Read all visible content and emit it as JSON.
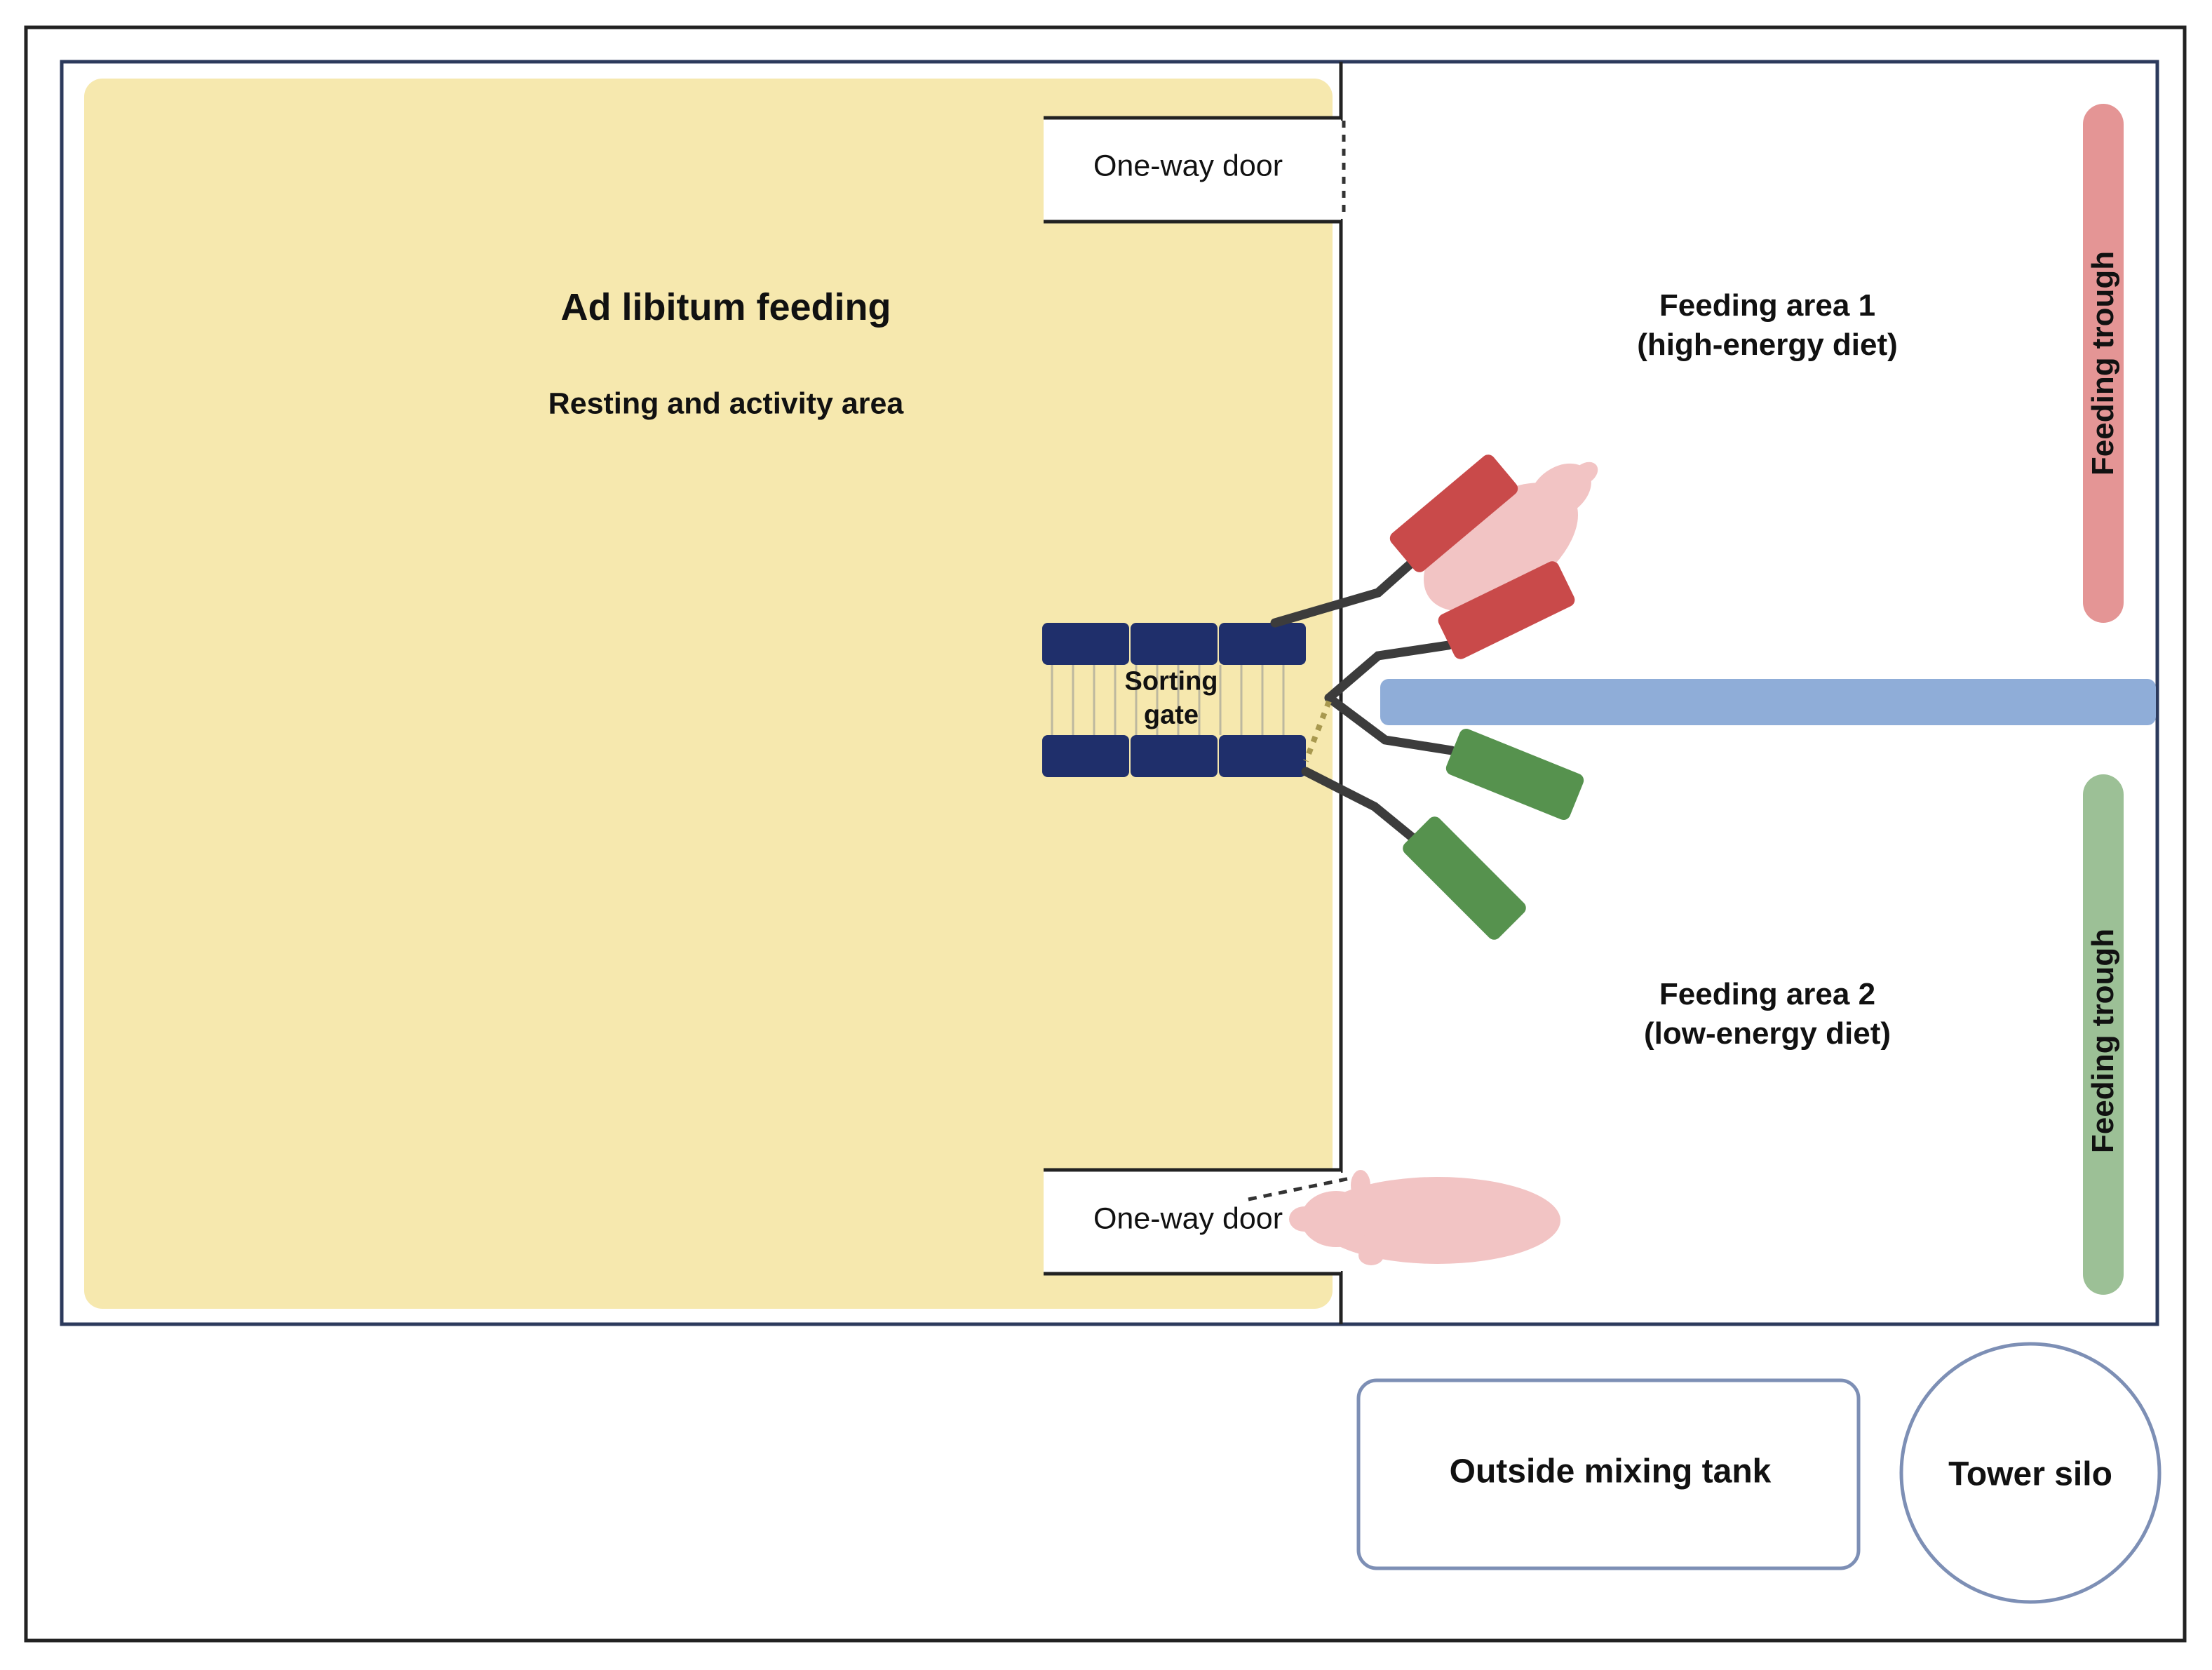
{
  "labels": {
    "ad_libitum": "Ad libitum feeding",
    "resting": "Resting and activity area",
    "door_top": "One-way door",
    "door_bottom": "One-way door",
    "sorting_gate_1": "Sorting",
    "sorting_gate_2": "gate",
    "feeding_area_1_title": "Feeding area 1",
    "feeding_area_1_diet": "(high-energy diet)",
    "feeding_area_2_title": "Feeding area 2",
    "feeding_area_2_diet": "(low-energy diet)",
    "trough_1": "Feeding trough",
    "trough_2": "Feeding trough",
    "mixing_tank": "Outside mixing tank",
    "tower_silo": "Tower silo"
  },
  "colors": {
    "resting_area": "#f6e8ae",
    "trough_high": "#e49595",
    "trough_low": "#9cc096",
    "divider": "#8fadd8",
    "gate_block": "#1f2f6b",
    "lever_red": "#c94a4a",
    "lever_green": "#56924e",
    "pig": "#f2c4c4",
    "border": "#2c3a5c",
    "tank_border": "#7d8fb5"
  }
}
